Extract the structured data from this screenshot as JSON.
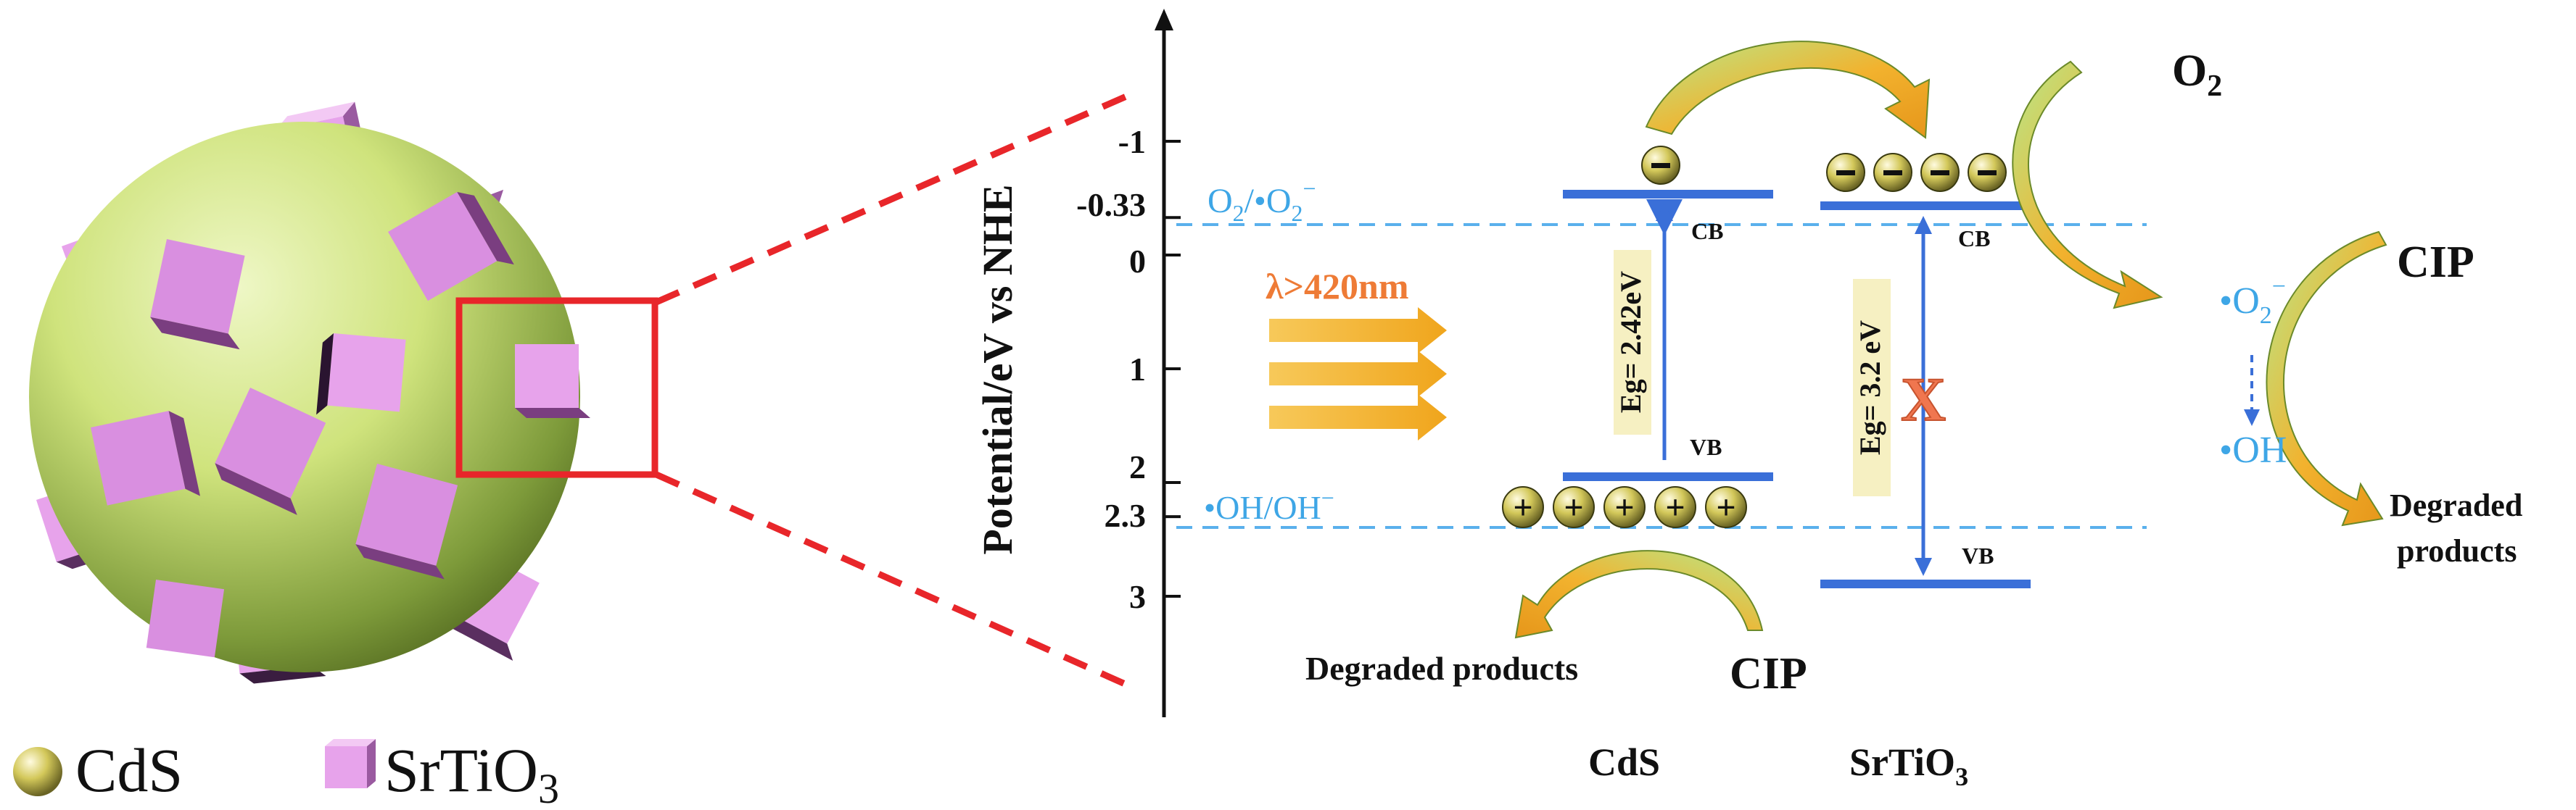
{
  "legend": {
    "cds_label": "CdS",
    "srtio3_label_main": "SrTiO",
    "srtio3_label_sub": "3"
  },
  "axis": {
    "label": "Potential/eV vs NHE",
    "ticks": [
      {
        "label": "-1",
        "value": -1
      },
      {
        "label": "-0.33",
        "value": -0.33
      },
      {
        "label": "0",
        "value": 0
      },
      {
        "label": "1",
        "value": 1
      },
      {
        "label": "2",
        "value": 2
      },
      {
        "label": "2.3",
        "value": 2.3
      },
      {
        "label": "3",
        "value": 3
      }
    ]
  },
  "levels": {
    "o2_couple": {
      "main": "O",
      "sub": "2",
      "mid": "/•O",
      "sub2": "2",
      "sup": "−"
    },
    "oh_couple": {
      "text": "•OH/OH",
      "sup": "−"
    }
  },
  "light": {
    "label": "λ>420nm"
  },
  "cds": {
    "name": "CdS",
    "cb_label": "CB",
    "vb_label": "VB",
    "gap_label": "Eg= 2.42eV",
    "electron_symbol": "−",
    "hole_symbol": "+"
  },
  "srtio3": {
    "name_main": "SrTiO",
    "name_sub": "3",
    "cb_label": "CB",
    "vb_label": "VB",
    "gap_label": "Eg= 3.2 eV",
    "block_mark": "X"
  },
  "reactions": {
    "o2": {
      "main": "O",
      "sub": "2"
    },
    "superoxide": {
      "main": "•O",
      "sub": "2",
      "sup": "−"
    },
    "hydroxyl": "•OH",
    "cip_right": "CIP",
    "degraded_right_line1": "Degraded",
    "degraded_right_line2": "products",
    "degraded_left": "Degraded products",
    "cip_left": "CIP"
  },
  "colors": {
    "band": "#3a6fd8",
    "dashed": "#5ab0ec",
    "arrow_orange": "#f2b12a",
    "light_text": "#ee7b36",
    "cube": "#e5a0ea",
    "sphere": "#cfe57a",
    "zoom_red": "#e8262a",
    "gap_box": "#f6f0c2",
    "x_mark": "#f0764f"
  }
}
